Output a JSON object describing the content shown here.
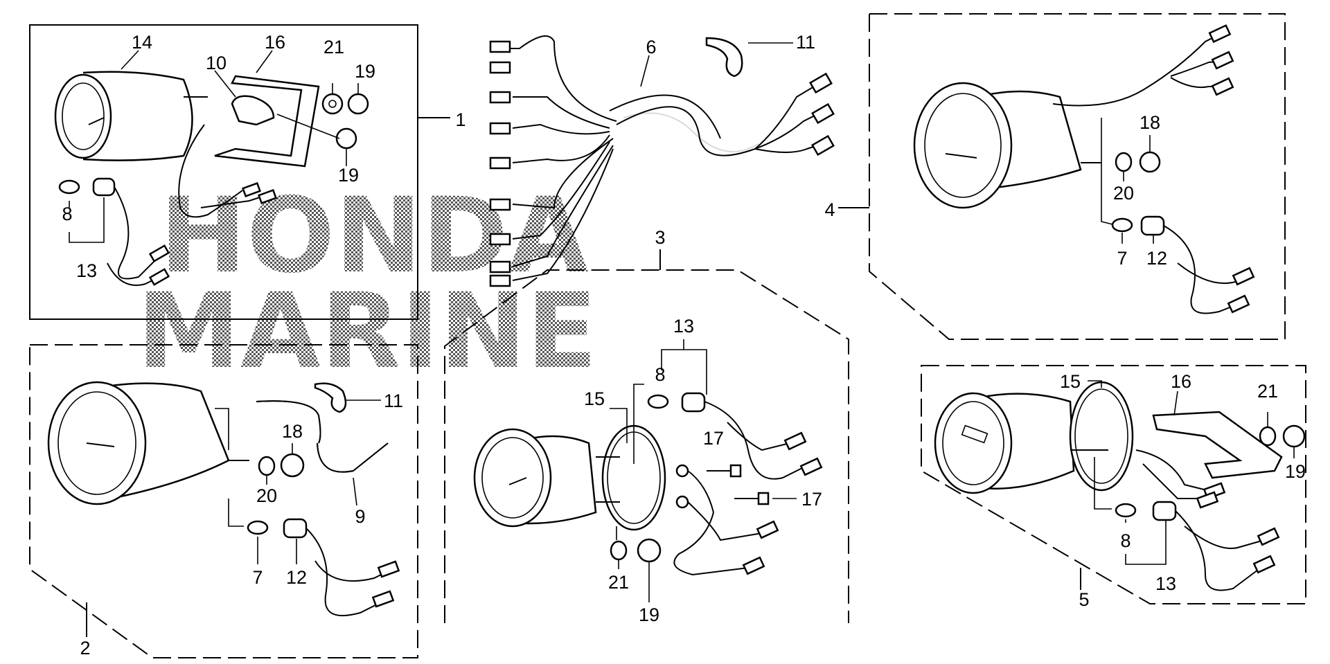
{
  "watermark": {
    "line1": "HONDA",
    "line2": "MARINE"
  },
  "callouts": {
    "n1": "1",
    "n2": "2",
    "n3": "3",
    "n4": "4",
    "n5": "5",
    "n6": "6",
    "p1_14": "14",
    "p1_16": "16",
    "p1_21": "21",
    "p1_19a": "19",
    "p1_10": "10",
    "p1_19b": "19",
    "p1_8": "8",
    "p1_13": "13",
    "p6_11": "11",
    "p4_18": "18",
    "p4_20": "20",
    "p4_7": "7",
    "p4_12": "12",
    "p2_11": "11",
    "p2_18": "18",
    "p2_20": "20",
    "p2_9": "9",
    "p2_7": "7",
    "p2_12": "12",
    "p3_13": "13",
    "p3_8": "8",
    "p3_15": "15",
    "p3_17a": "17",
    "p3_17b": "17",
    "p3_21": "21",
    "p3_19": "19",
    "p5_15": "15",
    "p5_16": "16",
    "p5_21": "21",
    "p5_19": "19",
    "p5_8": "8",
    "p5_13": "13"
  }
}
